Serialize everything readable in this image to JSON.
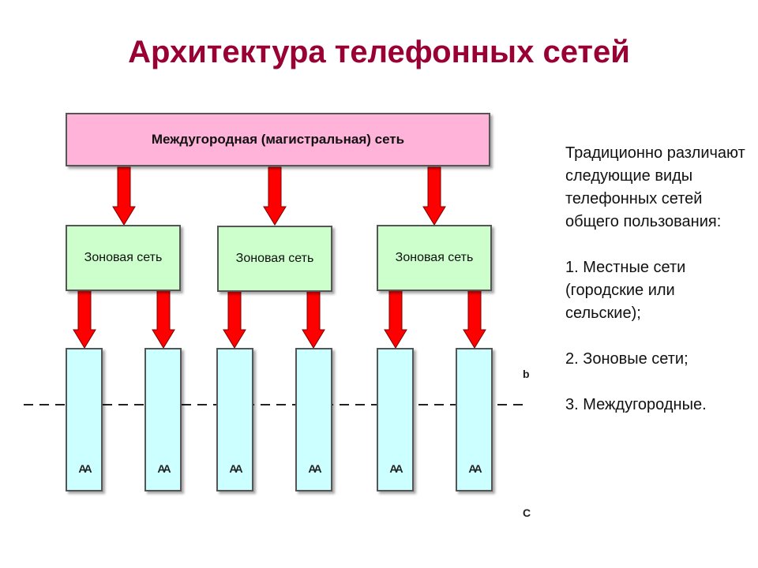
{
  "title": "Архитектура телефонных сетей",
  "trunk_label": "Междугородная (магистральная) сеть",
  "zones": [
    "Зоновая сеть",
    "Зоновая сеть",
    "Зоновая сеть"
  ],
  "local_glyphs": [
    "АА",
    "АА",
    "АА",
    "АА",
    "АА",
    "АА"
  ],
  "side_glyphs": {
    "top": "b",
    "bottom": "C"
  },
  "side_text": {
    "intro": "Традиционно различают следующие виды телефонных сетей общего пользования:",
    "item1": "1. Местные сети (городские или сельские);",
    "item2": "2. Зоновые сети;",
    "item3": "3. Междугородные."
  },
  "colors": {
    "title": "#990033",
    "trunk_fill": "#ffb3d9",
    "zone_fill": "#ccffcc",
    "local_fill": "#ccffff",
    "arrow": "#ff0000"
  }
}
